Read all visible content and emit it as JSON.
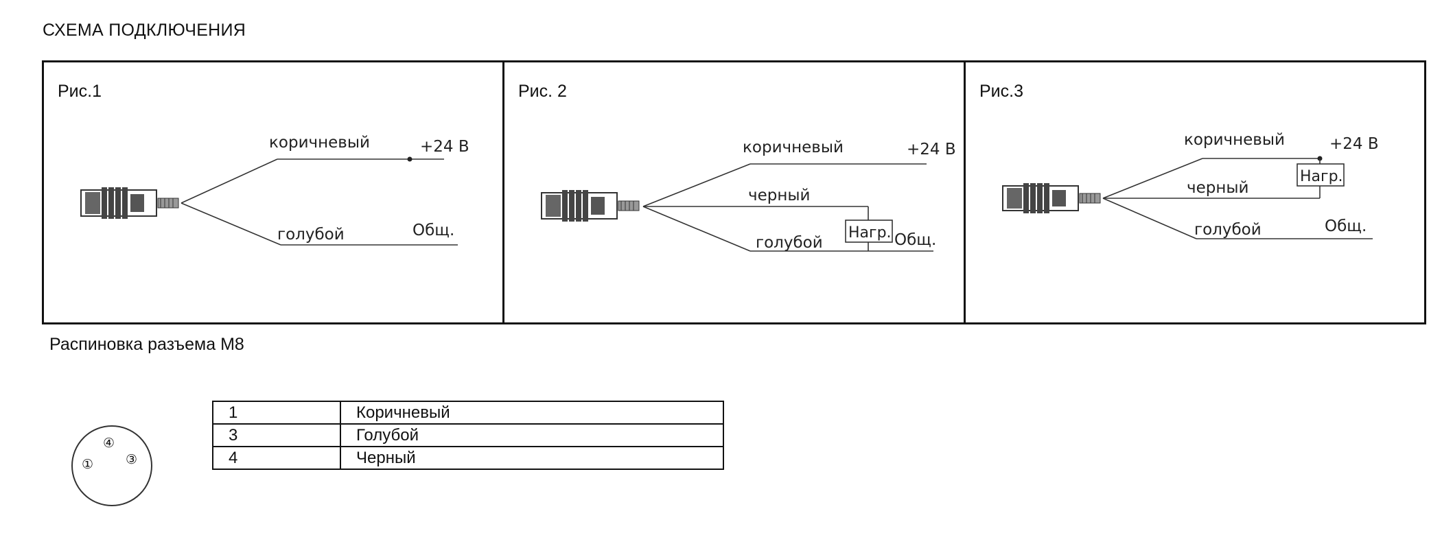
{
  "title": "СХЕМА ПОДКЛЮЧЕНИЯ",
  "figures": [
    {
      "label": "Рис.1",
      "wires": [
        {
          "name": "коричневый",
          "terminal": "+24 В"
        },
        {
          "name": "голубой",
          "terminal": "Общ."
        }
      ]
    },
    {
      "label": "Рис. 2",
      "wires": [
        {
          "name": "коричневый",
          "terminal": "+24 В"
        },
        {
          "name": "черный"
        },
        {
          "name": "голубой",
          "terminal": "Общ."
        }
      ],
      "load": "Нагр."
    },
    {
      "label": "Рис.3",
      "wires": [
        {
          "name": "коричневый",
          "terminal": "+24 В"
        },
        {
          "name": "черный"
        },
        {
          "name": "голубой",
          "terminal": "Общ."
        }
      ],
      "load": "Нагр."
    }
  ],
  "pinout": {
    "title": "Распиновка разъема М8",
    "connector_pins": [
      "①",
      "③",
      "④"
    ],
    "rows": [
      {
        "pin": "1",
        "color": "Коричневый"
      },
      {
        "pin": "3",
        "color": "Голубой"
      },
      {
        "pin": "4",
        "color": "Черный"
      }
    ]
  }
}
